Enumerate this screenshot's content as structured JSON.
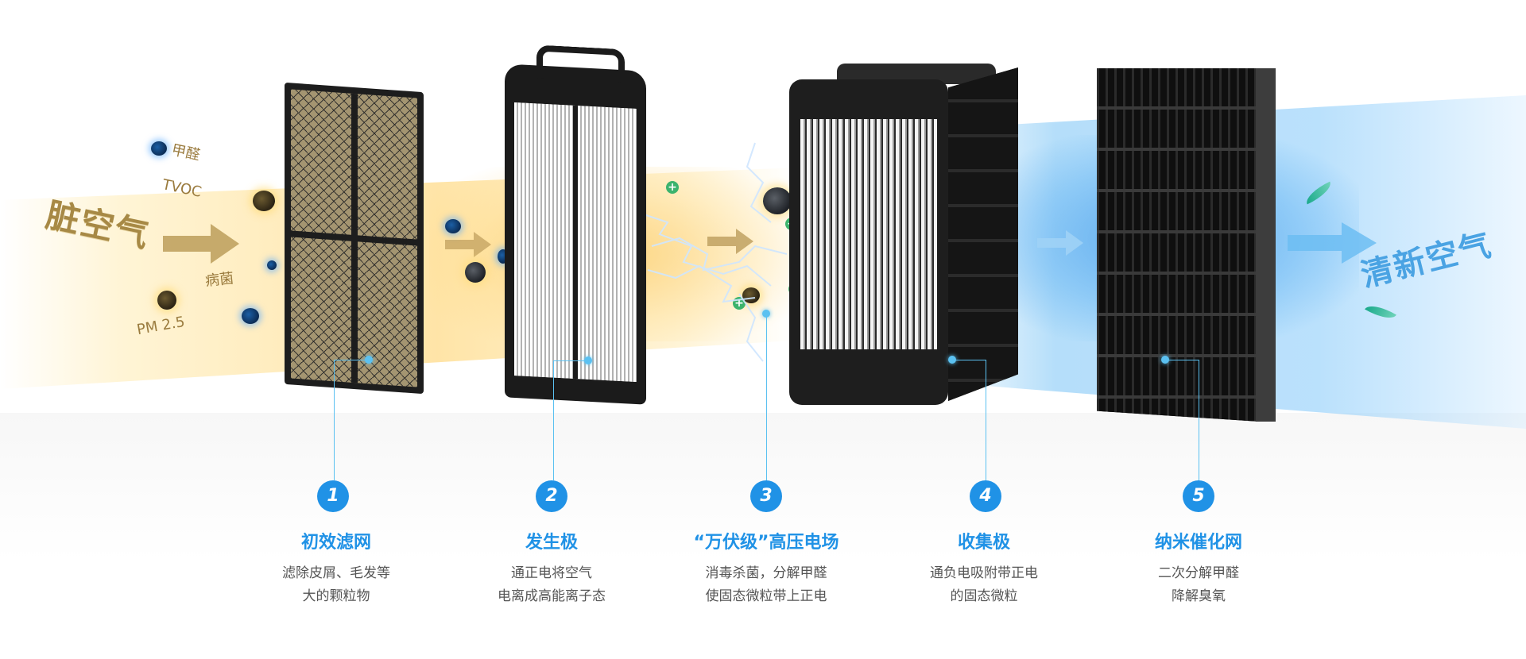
{
  "diagram": {
    "input_label": "脏空气",
    "output_label": "清新空气",
    "pollutants": [
      "甲醛",
      "TVOC",
      "病菌",
      "PM 2.5"
    ]
  },
  "stages": [
    {
      "number": "1",
      "title": "初效滤网",
      "lines": [
        "滤除皮屑、毛发等",
        "大的颗粒物"
      ]
    },
    {
      "number": "2",
      "title": "发生极",
      "lines": [
        "通正电将空气",
        "电离成高能离子态"
      ]
    },
    {
      "number": "3",
      "title": "“万伏级”高压电场",
      "lines": [
        "消毒杀菌，分解甲醛",
        "使固态微粒带上正电"
      ]
    },
    {
      "number": "4",
      "title": "收集极",
      "lines": [
        "通负电吸附带正电",
        "的固态微粒"
      ]
    },
    {
      "number": "5",
      "title": "纳米催化网",
      "lines": [
        "二次分解甲醛",
        "降解臭氧"
      ]
    }
  ],
  "colors": {
    "accent": "#2092e6",
    "gold": "#a78945",
    "leader": "#5bc1f1"
  }
}
